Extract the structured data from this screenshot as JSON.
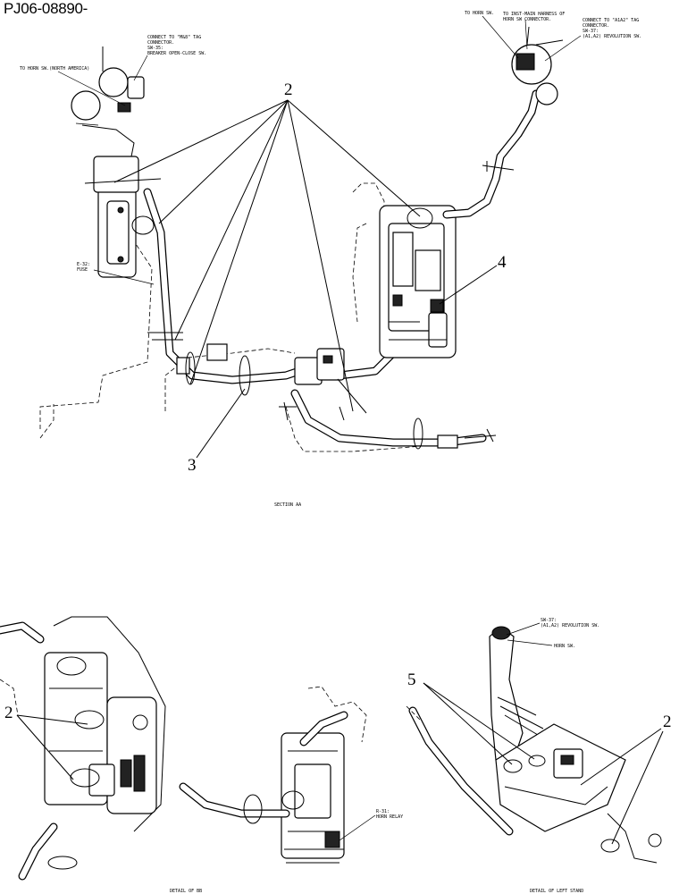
{
  "document_id": "PJ06-08890-",
  "main_view": {
    "caption": "SECTION AA",
    "notes": {
      "horn_sw_north_america": "TO HORN SW.(NORTH AMERICA)",
      "m8_tag_connector": [
        "CONNECT TO \"M&8\" TAG",
        "CONNECTOR.",
        "SW-35:",
        "BREAKER OPEN-CLOSE SW."
      ],
      "horn_sw": "TO HORN SW.",
      "inst_main_harness": [
        "TO INST-MAIN HARNESS OF",
        "HORN SW CONNECTOR."
      ],
      "a1a2_tag_connector": [
        "CONNECT TO \"A1A2\" TAG",
        "CONNECTOR.",
        "SW-37:",
        "(A1,A2) REVOLUTION SW."
      ],
      "fuse": [
        "E-32:",
        "FUSE"
      ]
    },
    "callouts": {
      "c2": "2",
      "c3": "3",
      "c4": "4"
    }
  },
  "detail_bb": {
    "caption": "DETAIL OF BB",
    "callouts": {
      "c2": "2"
    }
  },
  "detail_relay": {
    "notes": {
      "horn_relay": [
        "R-31:",
        "HORN RELAY"
      ]
    }
  },
  "detail_left_stand": {
    "caption": "DETAIL OF LEFT STAND",
    "notes": {
      "sw37": [
        "SW-37:",
        "(A1,A2) REVOLUTION SW."
      ],
      "horn_sw": "HORN SW."
    },
    "callouts": {
      "c5": "5",
      "c2": "2"
    }
  }
}
